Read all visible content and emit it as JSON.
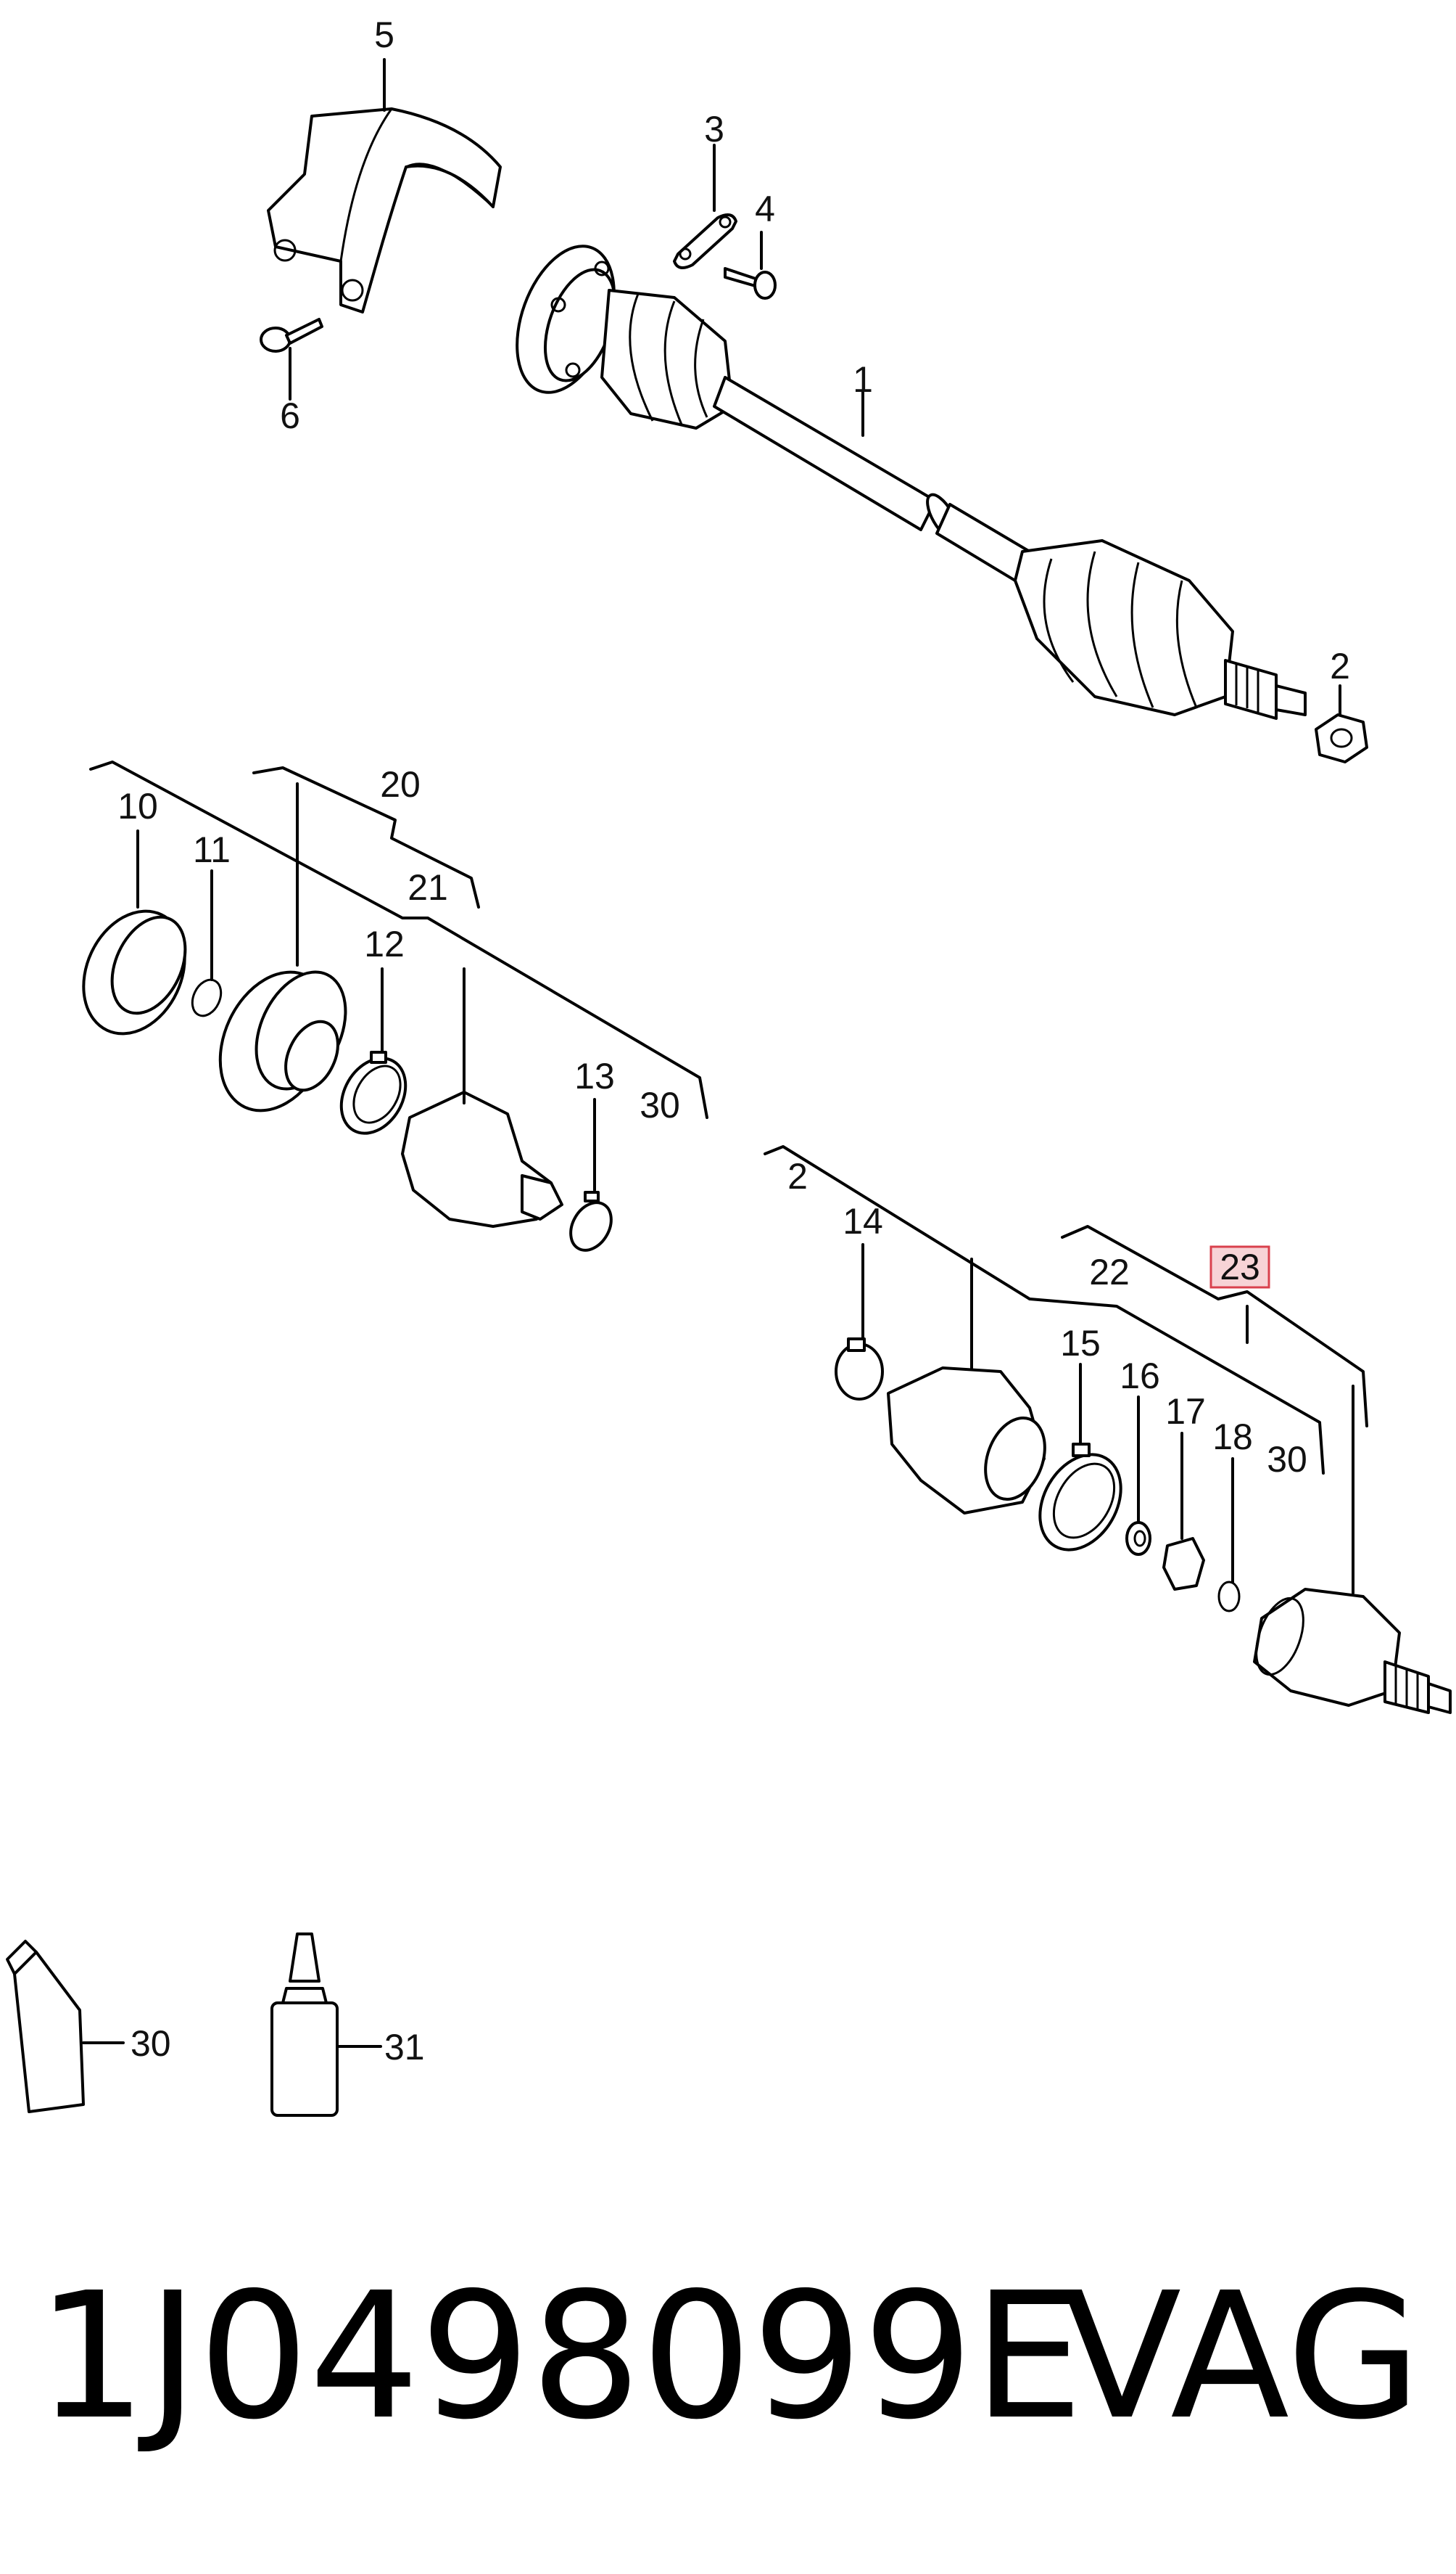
{
  "callouts": {
    "c1": "1",
    "c2a": "2",
    "c3": "3",
    "c4": "4",
    "c5": "5",
    "c6": "6",
    "c10": "10",
    "c11": "11",
    "c12": "12",
    "c13": "13",
    "c20": "20",
    "c21": "21",
    "c30a": "30",
    "c2b": "2",
    "c14": "14",
    "c15": "15",
    "c16": "16",
    "c17": "17",
    "c18": "18",
    "c22": "22",
    "c23": "23",
    "c30b": "30",
    "c30c": "30",
    "c31": "31"
  },
  "footer": {
    "part_number": "1J0498099E",
    "brand": "VAG"
  },
  "colors": {
    "highlight_fill": "#f7d3d6",
    "highlight_stroke": "#d9414d"
  }
}
